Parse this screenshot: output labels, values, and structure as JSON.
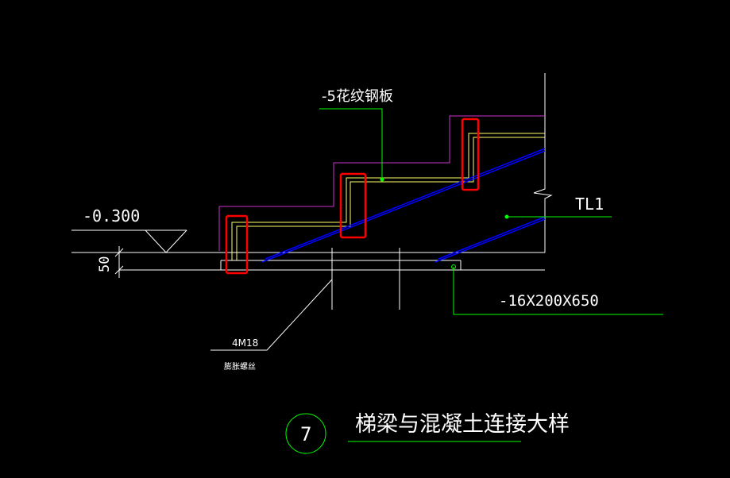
{
  "drawing": {
    "labels": {
      "plate": "-5花纹钢板",
      "beam": "TL1",
      "elevation": "-0.300",
      "dimension": "50",
      "embed_plate": "-16X200X650",
      "bolts": "4M18",
      "bolt_type": "膨胀螺丝"
    },
    "detail": {
      "number": "7",
      "title": "梯梁与混凝土连接大样"
    },
    "colors": {
      "background": "#000000",
      "linework": "#ffffff",
      "leader": "#00ff00",
      "tread": "#ffff66",
      "slope": "#0000ff",
      "outline": "#cc33cc",
      "highlight": "#ff0000"
    }
  }
}
